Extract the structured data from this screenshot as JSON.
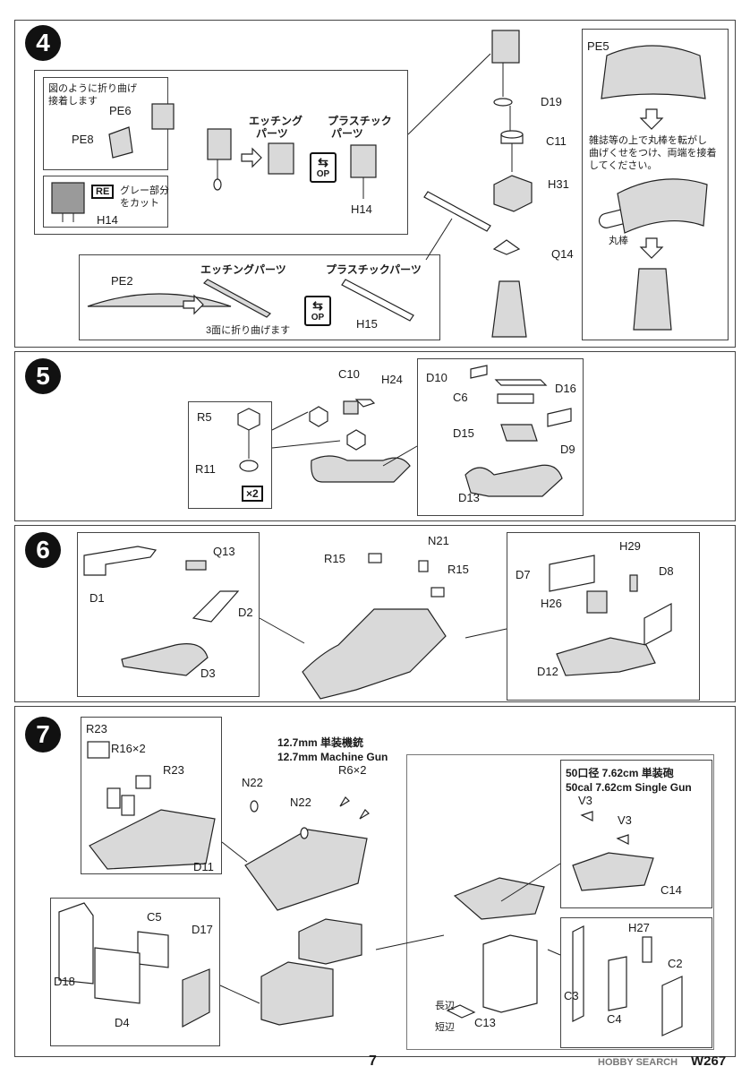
{
  "steps": {
    "s4": "4",
    "s5": "5",
    "s6": "6",
    "s7": "7"
  },
  "step4": {
    "bend_note_1": "図のように折り曲げ",
    "bend_note_2": "接着します",
    "pe6": "PE6",
    "pe8": "PE8",
    "etching_1": "エッチング",
    "etching_2": "パーツ",
    "plastic_1": "プラスチック",
    "plastic_2": "パーツ",
    "op_label": "OP",
    "h14_a": "H14",
    "h14_b": "H14",
    "re_label": "RE",
    "gray_cut_1": "グレー部分",
    "gray_cut_2": "をカット",
    "pe2": "PE2",
    "etching_parts": "エッチングパーツ",
    "plastic_parts": "プラスチックパーツ",
    "fold_note": "3面に折り曲げます",
    "h15": "H15",
    "d19": "D19",
    "c11": "C11",
    "h31": "H31",
    "q14": "Q14",
    "pe5": "PE5",
    "roll_note_1": "雑誌等の上で丸棒を転がし",
    "roll_note_2": "曲げくせをつけ、両端を接着",
    "roll_note_3": "してください。",
    "round_bar": "丸棒"
  },
  "step5": {
    "r5": "R5",
    "r11": "R11",
    "x2": "×2",
    "c10": "C10",
    "h24": "H24",
    "d10": "D10",
    "c6": "C6",
    "d16": "D16",
    "d15": "D15",
    "d9": "D9",
    "d13": "D13"
  },
  "step6": {
    "d1": "D1",
    "q13": "Q13",
    "d2": "D2",
    "d3": "D3",
    "r15a": "R15",
    "n21": "N21",
    "r15b": "R15",
    "h29": "H29",
    "d7": "D7",
    "d8": "D8",
    "h26": "H26",
    "d12": "D12"
  },
  "step7": {
    "r23a": "R23",
    "r16": "R16×2",
    "r23b": "R23",
    "d11": "D11",
    "mg_jp": "12.7mm 単装機銃",
    "mg_en": "12.7mm Machine Gun",
    "n22a": "N22",
    "n22b": "N22",
    "r6": "R6×2",
    "c5": "C5",
    "d17": "D17",
    "d18": "D18",
    "d4": "D4",
    "gun_jp": "50口径 7.62cm 単装砲",
    "gun_en": "50cal 7.62cm Single Gun",
    "v3a": "V3",
    "v3b": "V3",
    "c14": "C14",
    "h27": "H27",
    "c2": "C2",
    "c3": "C3",
    "c4": "C4",
    "long_side": "長辺",
    "short_side": "短辺",
    "c13": "C13"
  },
  "footer": {
    "page": "7",
    "watermark": "HOBBY SEARCH",
    "code": "W267"
  }
}
